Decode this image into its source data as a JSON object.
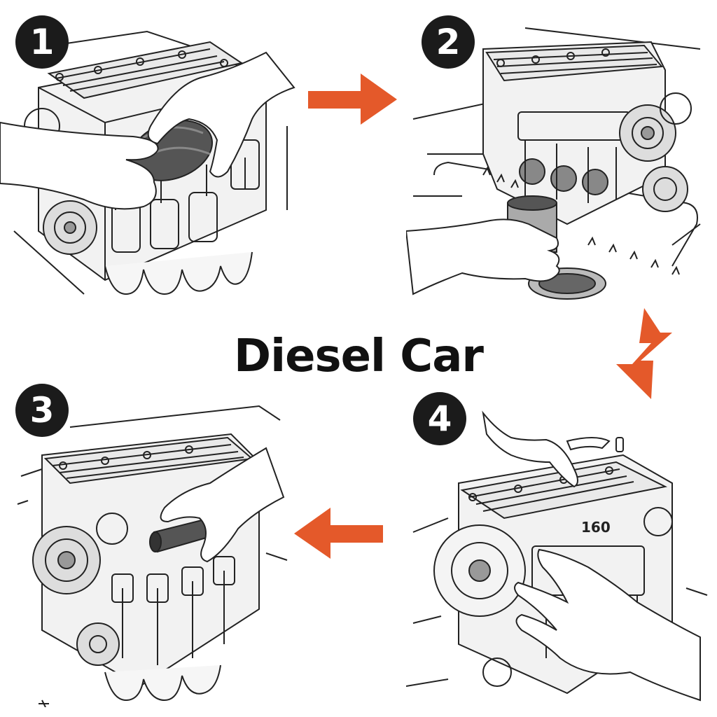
{
  "title": "Diesel Car",
  "steps": [
    {
      "number": "1"
    },
    {
      "number": "2"
    },
    {
      "number": "3"
    },
    {
      "number": "4"
    }
  ],
  "engine_label": "160",
  "colors": {
    "arrow": "#e4592a",
    "badge": "#1b1b1b",
    "ink": "#222222",
    "skin": "#ffffff"
  },
  "icons": {
    "arrow_1_to_2": "arrow-right-icon",
    "arrow_2_to_4": "arrow-zigzag-down-icon",
    "arrow_4_to_3": "arrow-left-icon"
  }
}
